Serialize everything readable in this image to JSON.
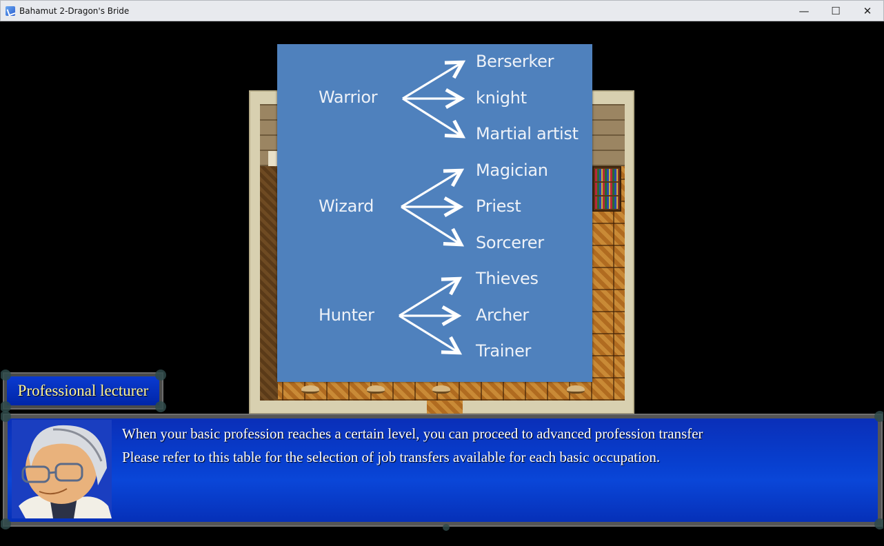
{
  "window": {
    "title": "Bahamut 2-Dragon's Bride",
    "controls": {
      "minimize": "—",
      "maximize": "☐",
      "close": "✕"
    }
  },
  "job_chart": {
    "background_color": "#4f81bd",
    "groups": [
      {
        "base": "Warrior",
        "advanced": [
          "Berserker",
          "knight",
          "Martial artist"
        ]
      },
      {
        "base": "Wizard",
        "advanced": [
          "Magician",
          "Priest",
          "Sorcerer"
        ]
      },
      {
        "base": "Hunter",
        "advanced": [
          "Thieves",
          "Archer",
          "Trainer"
        ]
      }
    ]
  },
  "dialog": {
    "speaker": "Professional lecturer",
    "lines": [
      "When your basic profession reaches a certain level, you can proceed to advanced profession transfer",
      "Please refer to this table for the selection of job transfers available for each basic occupation."
    ],
    "portrait": "elderly-man-with-glasses-portrait"
  },
  "colors": {
    "dialog_blue": "#0a3ad0",
    "speaker_text": "#fff6a0",
    "frame_gray": "#6c6c6c"
  }
}
